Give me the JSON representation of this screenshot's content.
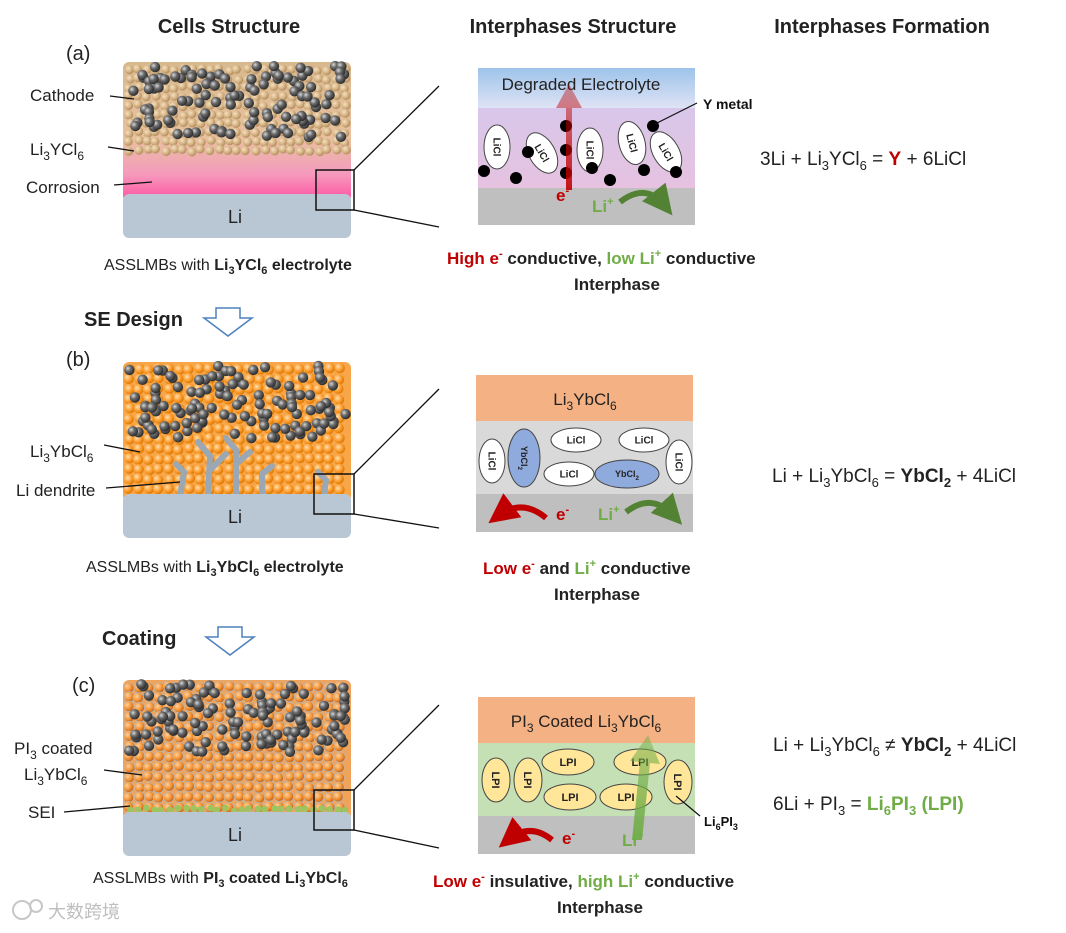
{
  "headers": {
    "cells": "Cells Structure",
    "interphases": "Interphases Structure",
    "formation": "Interphases Formation"
  },
  "panels": {
    "a": {
      "tag": "(a)",
      "labels": {
        "cathode": "Cathode",
        "electrolyte_main": "Li",
        "electrolyte_sub": "3",
        "electrolyte_tail": "YCl",
        "electrolyte_sub2": "6",
        "corrosion": "Corrosion",
        "li": "Li"
      },
      "caption_pre": "ASSLMBs with ",
      "caption_b1": "Li",
      "caption_s1": "3",
      "caption_b2": "YCl",
      "caption_s2": "6",
      "caption_b3": " electrolyte",
      "top_layer": "Degraded Electrolyte",
      "y_metal": "Y metal",
      "grain_label": "LiCl",
      "e_label": "e",
      "e_sup": "-",
      "li_label": "Li",
      "li_sup": "+",
      "desc_1a": "High e",
      "desc_1b": "-",
      "desc_1c": " conductive, ",
      "desc_1d": "low Li",
      "desc_1e": "+",
      "desc_1f": " conductive",
      "desc_2": "Interphase",
      "eq_1": "3Li + Li",
      "eq_s1": "3",
      "eq_2": "YCl",
      "eq_s2": "6",
      "eq_3": " = ",
      "eq_y": "Y",
      "eq_4": " + 6LiCl"
    },
    "transition_1": "SE Design",
    "b": {
      "tag": "(b)",
      "labels": {
        "electrolyte_a": "Li",
        "electrolyte_s1": "3",
        "electrolyte_b": "YbCl",
        "electrolyte_s2": "6",
        "dendrite": "Li dendrite",
        "li": "Li"
      },
      "caption_pre": "ASSLMBs with ",
      "caption_b1": "Li",
      "caption_s1": "3",
      "caption_b2": "YbCl",
      "caption_s2": "6",
      "caption_b3": " electrolyte",
      "top_a": "Li",
      "top_s1": "3",
      "top_b": "YbCl",
      "top_s2": "6",
      "grain_licl": "LiCl",
      "grain_ybcl": "YbCl",
      "grain_ybcl_sub": "2",
      "e_label": "e",
      "e_sup": "-",
      "li_label": "Li",
      "li_sup": "+",
      "desc_1a": "Low e",
      "desc_1b": "-",
      "desc_1c": " and ",
      "desc_1d": "Li",
      "desc_1e": "+",
      "desc_1f": " conductive",
      "desc_2": "Interphase",
      "eq_1": "Li + Li",
      "eq_s1": "3",
      "eq_2": "YbCl",
      "eq_s2": "6",
      "eq_3": " = ",
      "eq_b": "YbCl",
      "eq_bs": "2",
      "eq_4": " + 4LiCl"
    },
    "transition_2": "Coating",
    "c": {
      "tag": "(c)",
      "labels": {
        "coat_1a": "PI",
        "coat_1s": "3",
        "coat_1b": " coated",
        "coat_2a": "Li",
        "coat_2s1": "3",
        "coat_2b": "YbCl",
        "coat_2s2": "6",
        "sei": "SEI",
        "li": "Li"
      },
      "caption_pre": "ASSLMBs with ",
      "caption_b1": "PI",
      "caption_s1": "3",
      "caption_b2": " coated ",
      "caption_b3": "Li",
      "caption_s2": "3",
      "caption_b4": "YbCl",
      "caption_s3": "6",
      "top_a": "PI",
      "top_s1": "3",
      "top_b": " Coated Li",
      "top_s2": "3",
      "top_c": "YbCl",
      "top_s3": "6",
      "grain_lpi": "LPI",
      "lipi_a": "Li",
      "lipi_s1": "6",
      "lipi_b": "PI",
      "lipi_s2": "3",
      "e_label": "e",
      "e_sup": "-",
      "li_label": "Li",
      "li_sup": "+",
      "desc_1a": "Low e",
      "desc_1b": "-",
      "desc_1c": " insulative, ",
      "desc_1d": "high Li",
      "desc_1e": "+",
      "desc_1f": " conductive",
      "desc_2": "Interphase",
      "eq1_1": "Li + Li",
      "eq1_s1": "3",
      "eq1_2": "YbCl",
      "eq1_s2": "6",
      "eq1_3": " ≠ ",
      "eq1_b": "YbCl",
      "eq1_bs": "2",
      "eq1_4": " + 4LiCl",
      "eq2_1": "6Li + PI",
      "eq2_s1": "3",
      "eq2_2": " = ",
      "eq2_g": "Li",
      "eq2_gs1": "6",
      "eq2_g2": "PI",
      "eq2_gs2": "3",
      "eq2_g3": " (LPI)"
    }
  },
  "watermark": "大数跨境",
  "colors": {
    "red": "#c00000",
    "green": "#70ad47",
    "dark_green": "#548235",
    "li_metal": "#b8c7d3",
    "orange_top": "#f4b183",
    "pink_interphase": "#e8c6e0",
    "blue_top": "#a9c7e6",
    "gray_interphase": "#d9d9d9",
    "green_interphase": "#c5e0b4",
    "lpi_yellow": "#ffe699",
    "ybcl_blue": "#8faadc"
  }
}
